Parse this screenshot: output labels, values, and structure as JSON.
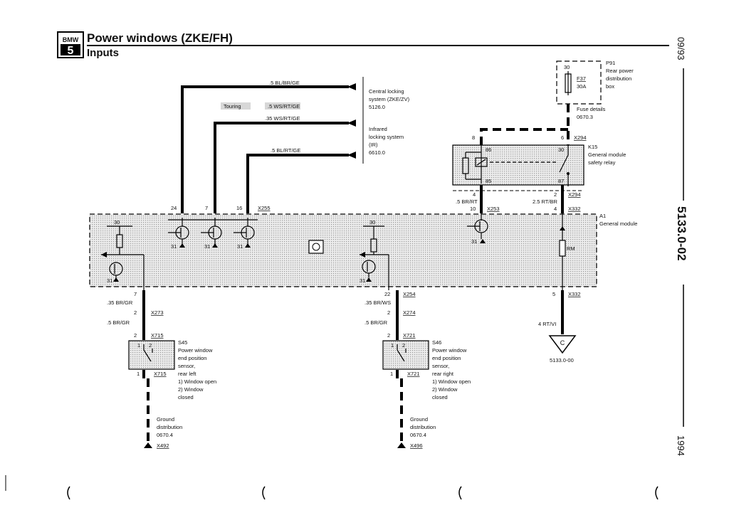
{
  "header": {
    "brand_top": "BMW",
    "brand_bottom": "5",
    "title": "Power windows (ZKE/FH)",
    "subtitle": "Inputs"
  },
  "side": {
    "date": "09/93",
    "doc_id": "5133.0-02",
    "year": "1994"
  },
  "wires": {
    "w1": ".5 BL/BR/GE",
    "touring": "Touring",
    "w2a": ".5 WS/RT/GE",
    "w2b": ".35 WS/RT/GE",
    "w3": ".5 BL/RT/GE",
    "central_locking": [
      "Central locking",
      "system (ZKE/ZV)",
      "5126.0"
    ],
    "infrared": [
      "Infrared",
      "locking system",
      "(IR)",
      "6610.0"
    ]
  },
  "fuse": {
    "id": "P91",
    "desc": [
      "Rear power",
      "distribution",
      "box"
    ],
    "pin": "30",
    "name": "F37",
    "rating": "30A",
    "details": [
      "Fuse details",
      "0670.3"
    ]
  },
  "relay": {
    "left_pin": "8",
    "right_pin": "6",
    "connector": "X294",
    "pins": {
      "p30": "30",
      "p86": "86",
      "p85": "85",
      "p87": "87"
    },
    "name": "K15",
    "desc": [
      "General module",
      "safety relay"
    ],
    "out_left_pin": "4",
    "out_left_wire": ".5 BR/RT",
    "out_left_pin2": "10",
    "out_left_conn": "X253",
    "out_right_pin": "2",
    "out_right_conn": "X294",
    "out_right_wire": "2.5 RT/BR",
    "out_right_pin2": "4",
    "out_right_conn2": "X332"
  },
  "module": {
    "id": "A1",
    "name": "General module",
    "pin24": "24",
    "pin7": "7",
    "pin16": "16",
    "conn": "X255",
    "ground": "31",
    "p30a": "30",
    "p30b": "30",
    "rm": "RM"
  },
  "left_branch": {
    "pin_out": "7",
    "wire1": ".35 BR/GR",
    "pin2": "2",
    "conn1": "X273",
    "wire2": ".5 BR/GR",
    "pin_s": "2",
    "conn2": "X715",
    "sw1": "1",
    "sw2": "2",
    "sensor": [
      "S45",
      "Power window",
      "end position",
      "sensor,",
      "rear left",
      "1)  Window open",
      "2)  Window",
      "     closed"
    ],
    "bottom_pin": "1",
    "bottom_conn": "X715",
    "ground": [
      "Ground",
      "distribution",
      "0670.4"
    ],
    "ground_conn": "X492"
  },
  "right_branch": {
    "pin_out": "22",
    "conn0": "X254",
    "wire1": ".35 BR/WS",
    "pin2": "2",
    "conn1": "X274",
    "wire2": ".5 BR/GR",
    "pin_s": "2",
    "conn2": "X721",
    "sw1": "1",
    "sw2": "2",
    "sensor": [
      "S46",
      "Power window",
      "end position",
      "sensor,",
      "rear right",
      "1)  Window open",
      "2)  Window",
      "     closed"
    ],
    "bottom_pin": "1",
    "bottom_conn": "X721",
    "ground": [
      "Ground",
      "distribution",
      "0670.4"
    ],
    "ground_conn": "X496"
  },
  "far_right": {
    "pin": "5",
    "conn": "X332",
    "wire": "4 RT/VI",
    "terminal": "C",
    "ref": "5133.0-00"
  }
}
